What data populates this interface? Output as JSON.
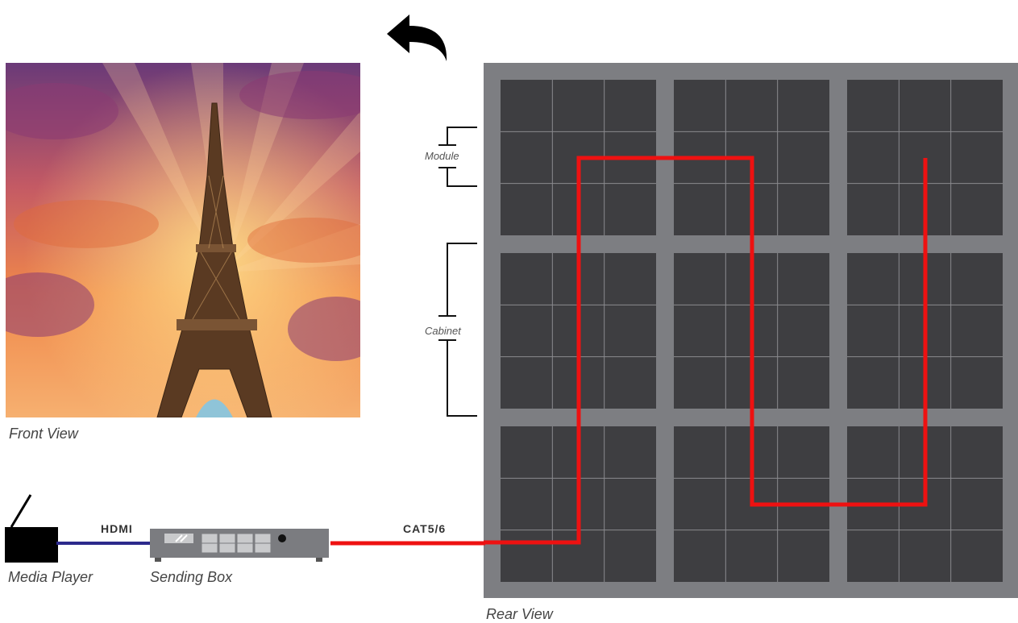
{
  "front_view": {
    "caption": "Front  View",
    "image_subject": "Eiffel Tower at sunset"
  },
  "rear_view": {
    "caption": "Rear View",
    "grid": {
      "cabinet_rows": 3,
      "cabinet_cols": 3,
      "module_rows": 3,
      "module_cols": 3
    },
    "labels": {
      "module": "Module",
      "cabinet": "Cabinet"
    }
  },
  "chain": {
    "media_player": "Media Player",
    "sending_box": "Sending Box",
    "link_hdmi": "HDMI",
    "link_cat": "CAT5/6"
  },
  "colors": {
    "wall_frame": "#7d7e82",
    "module": "#3e3e41",
    "module_line": "#8a8a8e",
    "signal_path": "#ee1111",
    "hdmi_cable": "#2c2a8c",
    "box": "#7b7c80"
  },
  "icons": [
    "rotate-back-arrow-icon",
    "antenna-icon"
  ]
}
